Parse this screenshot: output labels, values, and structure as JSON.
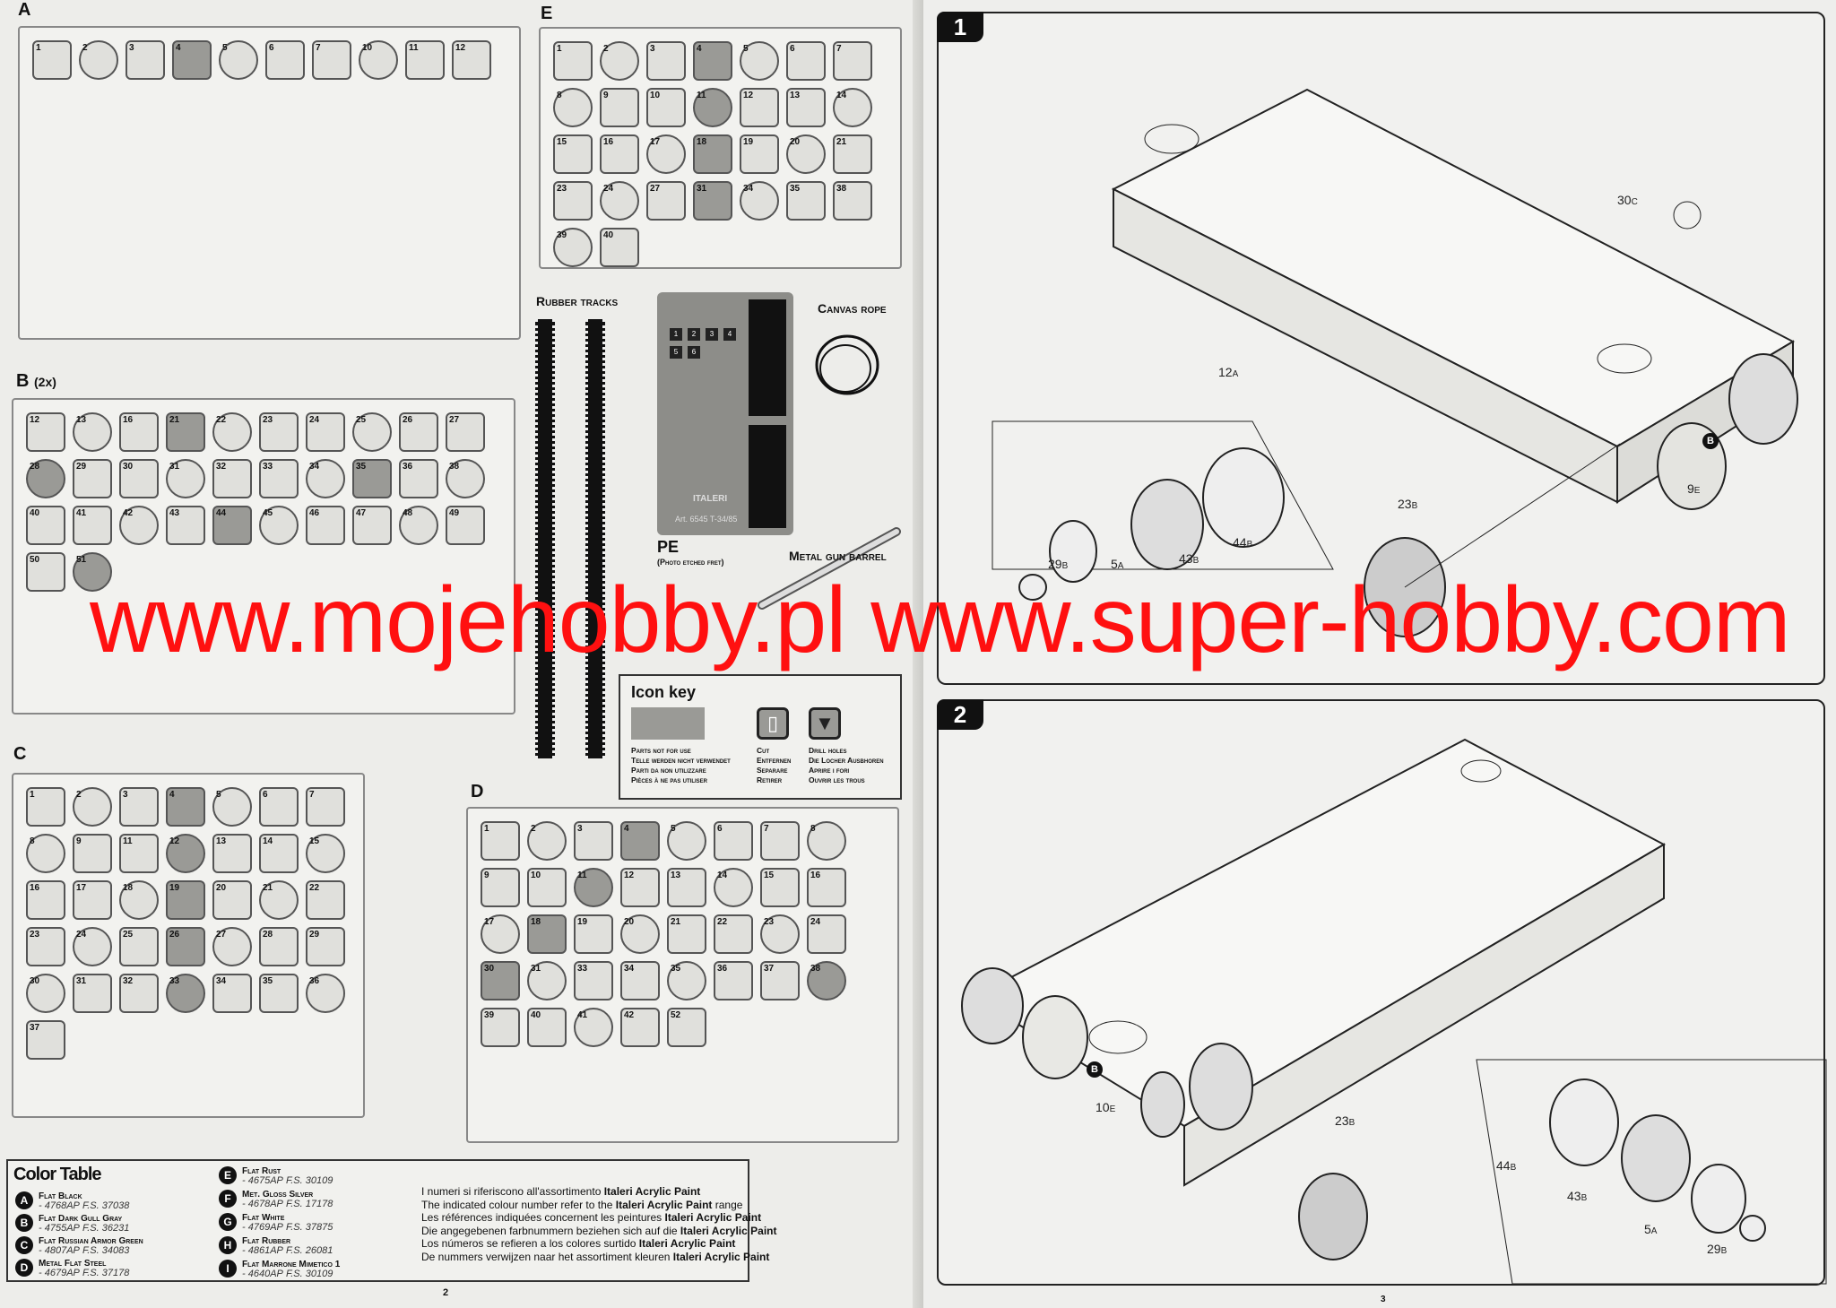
{
  "sprues": {
    "A": {
      "label": "A",
      "parts": [
        "1",
        "2",
        "3",
        "4",
        "5",
        "6",
        "7",
        "10",
        "11",
        "12"
      ]
    },
    "B": {
      "label": "B",
      "qty": "(2x)",
      "parts": [
        "12",
        "13",
        "16",
        "21",
        "22",
        "23",
        "24",
        "25",
        "26",
        "27",
        "28",
        "29",
        "30",
        "31",
        "32",
        "33",
        "34",
        "35",
        "36",
        "38",
        "40",
        "41",
        "42",
        "43",
        "44",
        "45",
        "46",
        "47",
        "48",
        "49",
        "50",
        "51"
      ]
    },
    "C": {
      "label": "C",
      "parts": [
        "1",
        "2",
        "3",
        "4",
        "5",
        "6",
        "7",
        "8",
        "9",
        "11",
        "12",
        "13",
        "14",
        "15",
        "16",
        "17",
        "18",
        "19",
        "20",
        "21",
        "22",
        "23",
        "24",
        "25",
        "26",
        "27",
        "28",
        "29",
        "30",
        "31",
        "32",
        "33",
        "34",
        "35",
        "36",
        "37"
      ]
    },
    "D": {
      "label": "D",
      "parts": [
        "1",
        "2",
        "3",
        "4",
        "5",
        "6",
        "7",
        "8",
        "9",
        "10",
        "11",
        "12",
        "13",
        "14",
        "15",
        "16",
        "17",
        "18",
        "19",
        "20",
        "21",
        "22",
        "23",
        "24",
        "30",
        "31",
        "33",
        "34",
        "35",
        "36",
        "37",
        "38",
        "39",
        "40",
        "41",
        "42",
        "52"
      ]
    },
    "E": {
      "label": "E",
      "parts": [
        "1",
        "2",
        "3",
        "4",
        "5",
        "6",
        "7",
        "8",
        "9",
        "10",
        "11",
        "12",
        "13",
        "14",
        "15",
        "16",
        "17",
        "18",
        "19",
        "20",
        "21",
        "23",
        "24",
        "27",
        "31",
        "34",
        "35",
        "38",
        "39",
        "40"
      ]
    }
  },
  "extras": {
    "rubber_tracks": "Rubber tracks",
    "canvas_rope": "Canvas rope",
    "pe": "PE",
    "pe_sub": "(Photo etched fret)",
    "pe_fret_text": "Art. 6545 T-34/85",
    "pe_brand": "ITALERI",
    "pe_parts": [
      "1",
      "2",
      "3",
      "4",
      "5",
      "6"
    ],
    "gun_barrel": "Metal gun barrel"
  },
  "icon_key": {
    "title": "Icon key",
    "items": [
      {
        "icon": "grey-swatch",
        "lines": [
          "Parts not for use",
          "Telle werden nicht verwendet",
          "Parti da non utilizzare",
          "Pièces à ne pas utiliser"
        ]
      },
      {
        "icon": "knife-icon",
        "lines": [
          "Cut",
          "Entfernen",
          "Separare",
          "Retirer"
        ]
      },
      {
        "icon": "drill-icon",
        "lines": [
          "Drill holes",
          "Die Locher Ausbhoren",
          "Aprire i fori",
          "Ouvrir les trous"
        ]
      }
    ]
  },
  "color_table": {
    "title": "Color Table",
    "colors": [
      {
        "letter": "A",
        "name": "Flat Black",
        "code": "- 4768AP",
        "fs": "F.S. 37038"
      },
      {
        "letter": "B",
        "name": "Flat Dark Gull Gray",
        "code": "- 4755AP",
        "fs": "F.S. 36231"
      },
      {
        "letter": "C",
        "name": "Flat Russian Armor Green",
        "code": "- 4807AP",
        "fs": "F.S. 34083"
      },
      {
        "letter": "D",
        "name": "Metal Flat Steel",
        "code": "- 4679AP",
        "fs": "F.S. 37178"
      },
      {
        "letter": "E",
        "name": "Flat Rust",
        "code": "- 4675AP",
        "fs": "F.S. 30109"
      },
      {
        "letter": "F",
        "name": "Met. Gloss Silver",
        "code": "- 4678AP",
        "fs": "F.S. 17178"
      },
      {
        "letter": "G",
        "name": "Flat White",
        "code": "- 4769AP",
        "fs": "F.S. 37875"
      },
      {
        "letter": "H",
        "name": "Flat Rubber",
        "code": "- 4861AP",
        "fs": "F.S. 26081"
      },
      {
        "letter": "I",
        "name": "Flat Marrone Mimetico 1",
        "code": "- 4640AP",
        "fs": "F.S. 30109"
      }
    ],
    "notes": [
      {
        "text": "I numeri si riferiscono all'assortimento ",
        "brand": "Italeri Acrylic Paint",
        "tail": ""
      },
      {
        "text": "The indicated colour number refer to the ",
        "brand": "Italeri Acrylic Paint",
        "tail": " range"
      },
      {
        "text": "Les références indiquées concernent les peintures ",
        "brand": "Italeri Acrylic Paint",
        "tail": ""
      },
      {
        "text": "Die angegebenen farbnummern beziehen sich auf die ",
        "brand": "Italeri Acrylic Paint",
        "tail": ""
      },
      {
        "text": "Los números se refieren a los colores surtido ",
        "brand": "Italeri Acrylic Paint",
        "tail": ""
      },
      {
        "text": "De nummers verwijzen naar het assortiment kleuren ",
        "brand": "Italeri Acrylic Paint",
        "tail": ""
      }
    ]
  },
  "page_numbers": {
    "left": "2",
    "right": "3"
  },
  "steps": [
    {
      "number": "1",
      "labels": [
        {
          "n": "30",
          "s": "C"
        },
        {
          "n": "12",
          "s": "A"
        },
        {
          "n": "23",
          "s": "B"
        },
        {
          "n": "44",
          "s": "B"
        },
        {
          "n": "43",
          "s": "B"
        },
        {
          "n": "5",
          "s": "A"
        },
        {
          "n": "29",
          "s": "B"
        },
        {
          "n": "9",
          "s": "E"
        }
      ],
      "color_marker": "B"
    },
    {
      "number": "2",
      "labels": [
        {
          "n": "10",
          "s": "E"
        },
        {
          "n": "23",
          "s": "B"
        },
        {
          "n": "44",
          "s": "B"
        },
        {
          "n": "43",
          "s": "B"
        },
        {
          "n": "5",
          "s": "A"
        },
        {
          "n": "29",
          "s": "B"
        }
      ],
      "color_marker": "B"
    }
  ],
  "watermark": "www.mojehobby.pl www.super-hobby.com",
  "colors": {
    "watermark": "#ff1010",
    "sprue_grey": "#9a9a96"
  }
}
